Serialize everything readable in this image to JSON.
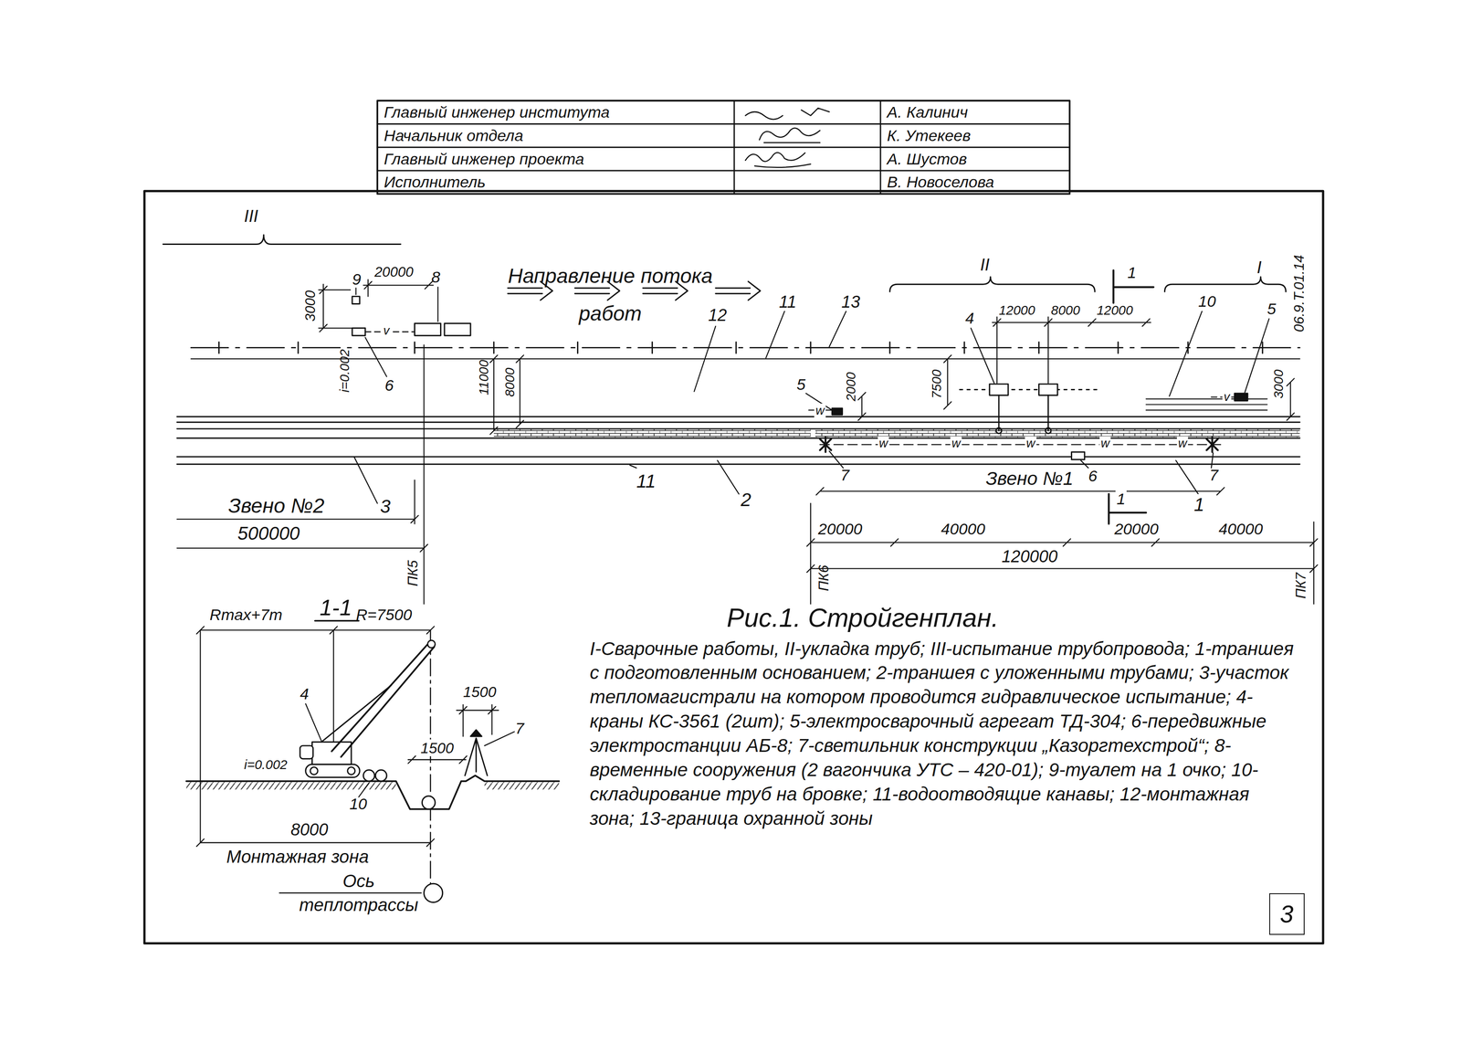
{
  "diagram": {
    "caption": "Рис.1. Стройгенплан.",
    "nodes": [
      {
        "text": [
          "3"
        ]
      }
    ],
    "labels": [
      "Главный инженер института",
      "Начальник отдела",
      "Главный инженер проекта",
      "Исполнитель",
      "А. Калинич",
      "К. Утекеев",
      "А. Шустов",
      "В. Новоселова",
      "III",
      "9",
      "20000",
      "3000",
      "8",
      "Направление потока работ",
      "12",
      "11",
      "13",
      "II",
      "1",
      "I",
      "06.9.Т.01.14",
      "4",
      "12000",
      "8000",
      "12000",
      "10",
      "5",
      "v",
      "6",
      "i=0.002",
      "11000",
      "8000",
      "5",
      "2000",
      "7500",
      "v",
      "3000",
      "w",
      "w",
      "w",
      "w",
      "w",
      "w",
      "7",
      "6",
      "7",
      "Звено №1",
      "Звено №2",
      "3",
      "500000",
      "11",
      "2",
      "1",
      "1",
      "20000",
      "40000",
      "20000",
      "40000",
      "120000",
      "ПК5",
      "ПК6",
      "ПК7",
      "1-1",
      "Rmax+7m",
      "R=7500",
      "4",
      "1500",
      "i=0.002",
      "1500",
      "7",
      "10",
      "8000",
      "Монтажная зона",
      "Ось теплотрассы",
      "I-Сварочные работы, II-укладка труб; III-испытание трубопровода; 1-траншея с подготовленным основанием; 2-траншея с уложенными трубами; 3-участок тепломагистрали на котором проводится гидравлическое испытание; 4-краны КС-3561 (2шт); 5-электросварочный агрегат ТД-304; 6-передвижные электростанции АБ-8; 7-светильник конструкции „Казоргтехстрой“; 8-временные сооружения (2 вагончика УТС – 420-01); 9-туалет на 1 очко; 10-складирование труб на бровке; 11-водоотводящие канавы; 12-монтажная зона; 13-граница охранной зоны"
    ]
  }
}
